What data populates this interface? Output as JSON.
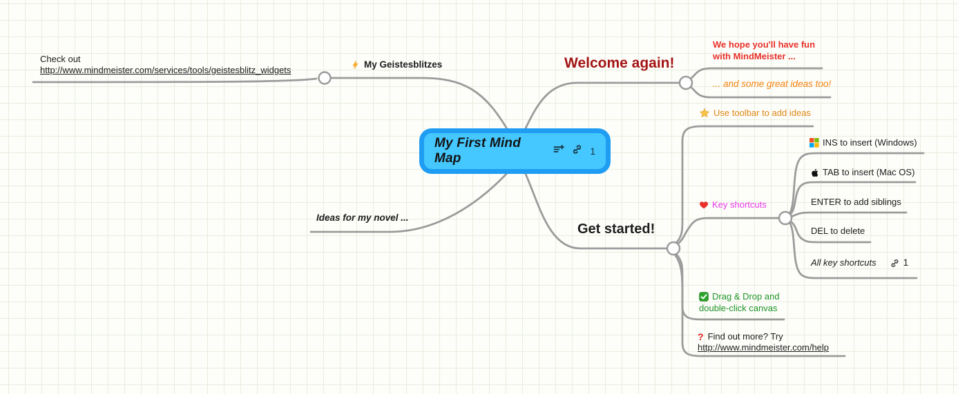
{
  "app": "MindMeister mind map canvas",
  "colors": {
    "root_fill": "#45c8ff",
    "root_border": "#1f9df2",
    "branch_line": "#9b9b9b",
    "welcome": "#a31414",
    "we_hope": "#e8312a",
    "great_ideas": "#f5820b",
    "use_toolbar": "#e08612",
    "key_shortcuts": "#e83ae8",
    "drag_drop": "#1f9427",
    "grid": "#e7eedd"
  },
  "icons": {
    "notes-icon": "list-with-plus",
    "link-icon": "chain",
    "lightning-icon": "⚡",
    "star-icon": "⭐",
    "heart-icon": "♥",
    "windows-icon": "windows-flag",
    "apple-icon": "apple-logo",
    "check-icon": "✅",
    "question-icon": "?"
  },
  "root": {
    "title": "My First Mind Map",
    "link_count": "1"
  },
  "nodes": {
    "checkout": {
      "line1": "Check out",
      "link": "http://www.mindmeister.com/services/tools/geistesblitz_widgets"
    },
    "geistesblitz": {
      "label": "My Geistesblitzes"
    },
    "novel": {
      "label": "Ideas for my novel ..."
    },
    "welcome": {
      "label": "Welcome again!"
    },
    "we_hope": {
      "line1": "We hope you'll have fun",
      "line2": "with MindMeister ..."
    },
    "great_ideas": {
      "label": "... and some great ideas too!"
    },
    "get_started": {
      "label": "Get started!"
    },
    "use_toolbar": {
      "label": "Use toolbar to add ideas"
    },
    "key_shortcuts": {
      "label": "Key shortcuts"
    },
    "ins": {
      "label": "INS to insert (Windows)"
    },
    "tab": {
      "label": "TAB to insert (Mac OS)"
    },
    "enter": {
      "label": "ENTER to add siblings"
    },
    "del": {
      "label": "DEL to delete"
    },
    "all_shortcuts": {
      "label": "All key shortcuts",
      "link_count": "1"
    },
    "drag_drop": {
      "line1": "Drag & Drop and",
      "line2": "double-click canvas"
    },
    "find_out": {
      "line1": "Find out more? Try",
      "link": "http://www.mindmeister.com/help"
    }
  }
}
